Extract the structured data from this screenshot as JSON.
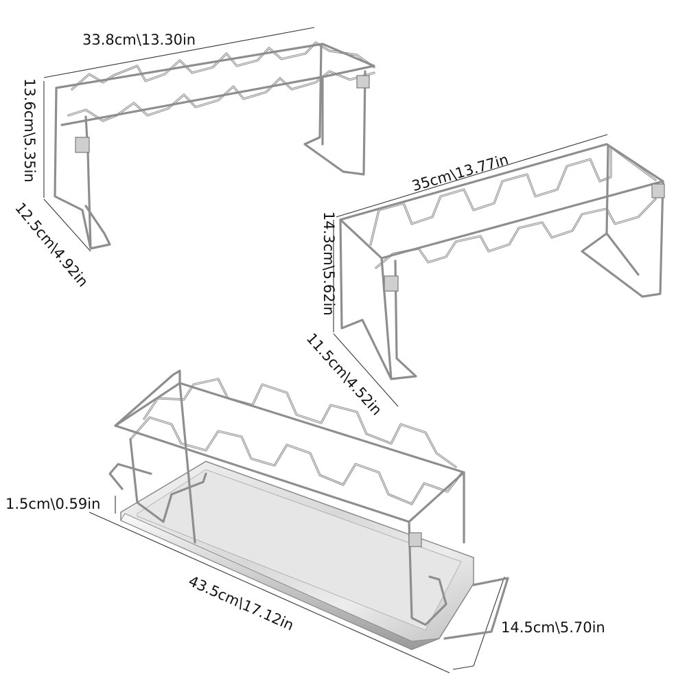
{
  "dimensions": {
    "rack1_width": "33.8cm\\13.30in",
    "rack1_height": "13.6cm\\5.35in",
    "rack1_depth": "12.5cm\\4.92in",
    "rack2_width": "35cm\\13.77in",
    "rack2_height": "14.3cm\\5.62in",
    "rack2_depth": "11.5cm\\4.52in",
    "tray_height": "1.5cm\\0.59in",
    "tray_length": "43.5cm\\17.12in",
    "tray_width": "14.5cm\\5.70in"
  },
  "colors": {
    "background": "#ffffff",
    "steel": "#8e8e8e",
    "tray": "#d9d9d9",
    "label": "#111111"
  }
}
